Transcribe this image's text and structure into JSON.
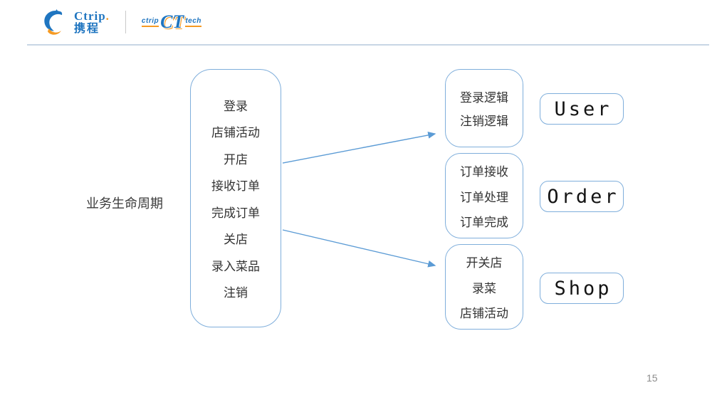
{
  "header": {
    "logo_icon": "ctrip-dolphin-icon",
    "ctrip_en": "Ctrip",
    "ctrip_zh": "携程",
    "tech_prefix": "ctrip",
    "tech_main": "CT",
    "tech_suffix": "tech"
  },
  "diagram": {
    "label": "业务生命周期",
    "lifecycle_box": {
      "items": [
        "登录",
        "店铺活动",
        "开店",
        "接收订单",
        "完成订单",
        "关店",
        "录入菜品",
        "注销"
      ]
    },
    "service_groups": [
      {
        "items": [
          "登录逻辑",
          "注销逻辑"
        ],
        "service": "User"
      },
      {
        "items": [
          "订单接收",
          "订单处理",
          "订单完成"
        ],
        "service": "Order"
      },
      {
        "items": [
          "开关店",
          "录菜",
          "店铺活动"
        ],
        "service": "Shop"
      }
    ],
    "arrows": [
      {
        "from": "lifecycle-box",
        "to": "user-logic-box"
      },
      {
        "from": "lifecycle-box",
        "to": "shop-logic-box"
      }
    ]
  },
  "footer": {
    "page_number": "15"
  },
  "colors": {
    "brand_blue": "#1f75c0",
    "brand_orange": "#f59a23",
    "box_border": "#7faedb",
    "arrow": "#5b9bd5",
    "divider": "#c8d6e5",
    "text": "#3a3a3a",
    "muted": "#8c8c8c"
  }
}
